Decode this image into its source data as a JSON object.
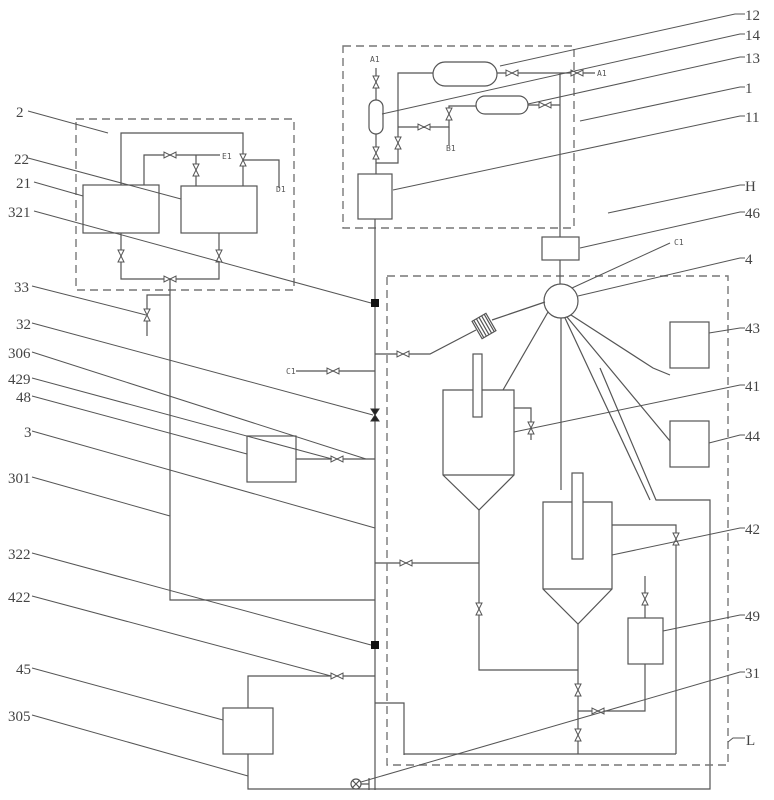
{
  "figure": {
    "type": "process-flow-schematic",
    "reference_labels": {
      "l12": "12",
      "l14": "14",
      "l13": "13",
      "l1": "1",
      "l11": "11",
      "lH": "H",
      "l46": "46",
      "l4": "4",
      "l43": "43",
      "l41": "41",
      "l44": "44",
      "l42": "42",
      "l49": "49",
      "l31": "31",
      "lL": "L",
      "l2": "2",
      "l22": "22",
      "l21": "21",
      "l321": "321",
      "l33": "33",
      "l32": "32",
      "l306": "306",
      "l429": "429",
      "l48": "48",
      "l3": "3",
      "l301": "301",
      "l322": "322",
      "l422": "422",
      "l45": "45",
      "l305": "305"
    },
    "port_labels": {
      "a1_top": "A1",
      "a1_right": "A1",
      "b1": "B1",
      "e1": "E1",
      "d1": "D1",
      "c1_left": "C1",
      "c1_top": "C1"
    }
  }
}
